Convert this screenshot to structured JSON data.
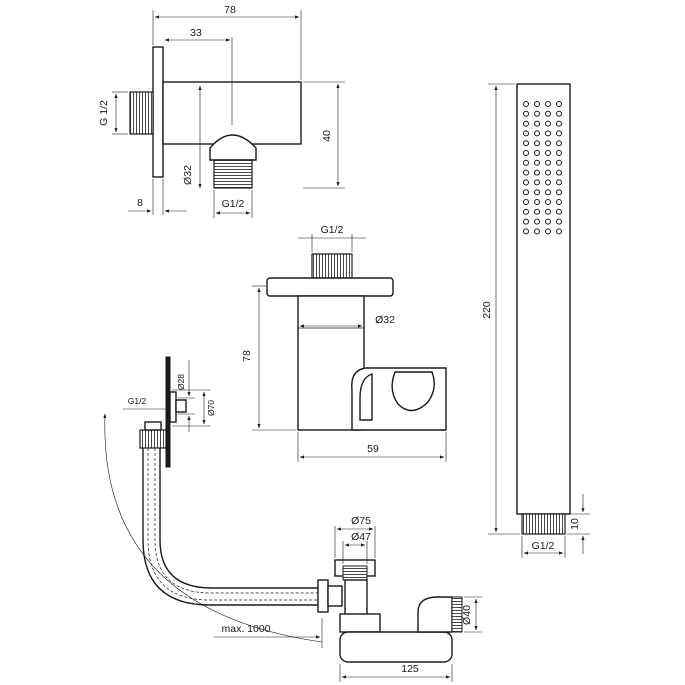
{
  "wall_outlet": {
    "dim_total_width": "78",
    "dim_offset": "33",
    "dim_thread_left": "G 1/2",
    "dim_height": "40",
    "dim_diameter": "Ø32",
    "dim_flange": "8",
    "dim_thread_bottom": "G1/2"
  },
  "shower_holder": {
    "dim_thread_top": "G1/2",
    "dim_diameter": "Ø32",
    "dim_height": "78",
    "dim_width": "59"
  },
  "hand_shower": {
    "dim_length": "220",
    "dim_thread_length": "10",
    "dim_thread": "G1/2"
  },
  "bath_filler": {
    "dim_thread": "G1/2",
    "dim_diameter_small": "Ø28",
    "dim_diameter_large": "Ø70",
    "dim_drain_outer": "Ø75",
    "dim_drain_inner": "Ø47",
    "dim_outlet": "Ø40",
    "dim_max_length": "max. 1000",
    "dim_trap_width": "125"
  }
}
